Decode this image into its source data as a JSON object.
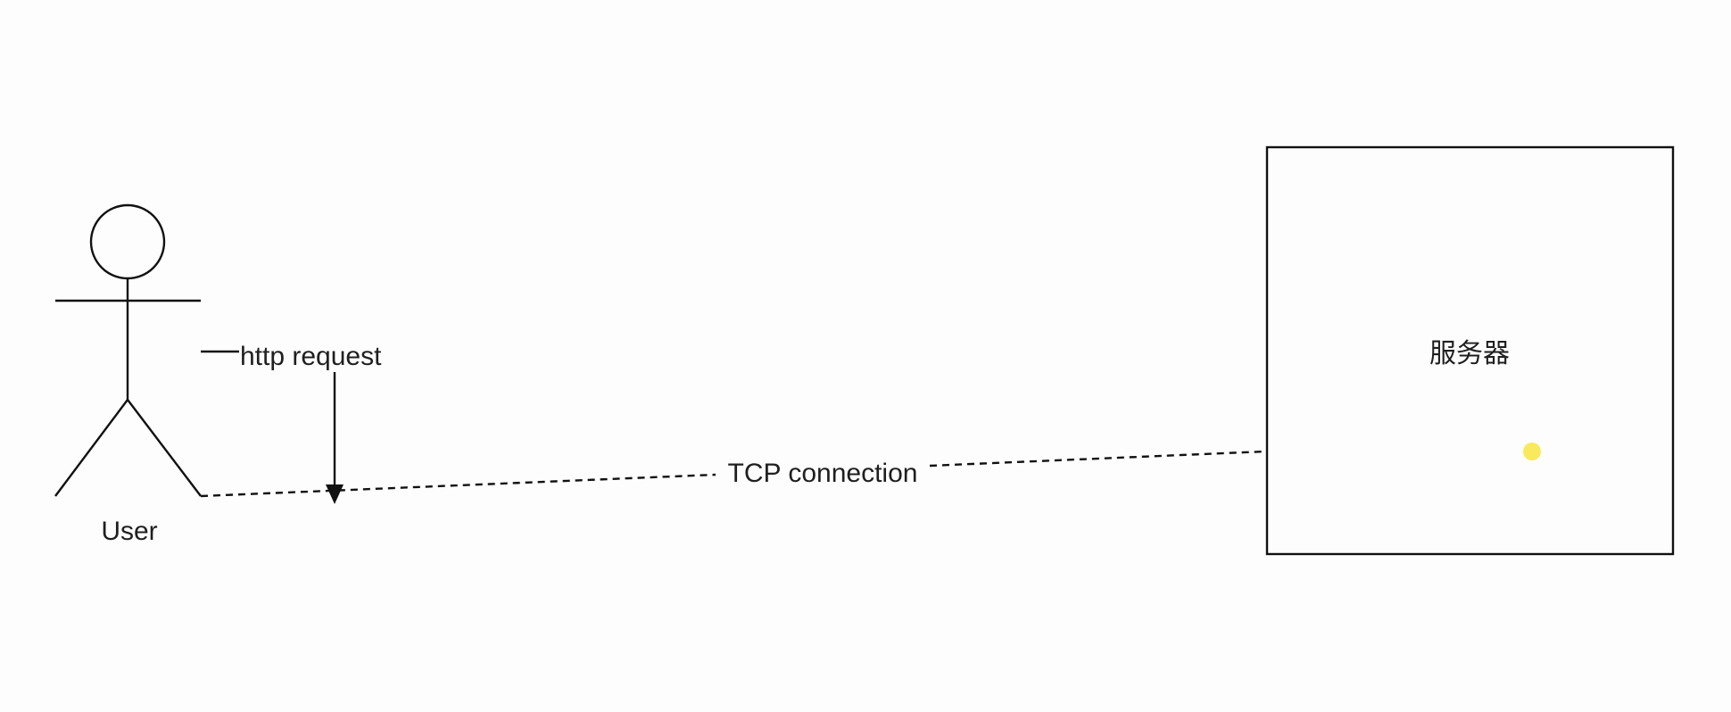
{
  "diagram": {
    "actor": {
      "label": "User"
    },
    "request": {
      "label": "http request"
    },
    "connection": {
      "label": "TCP connection"
    },
    "server": {
      "label": "服务器"
    }
  },
  "colors": {
    "stroke": "#111111",
    "text": "#1f1f1f",
    "background": "#fdfdfd",
    "cursor_dot": "#f7e84a"
  }
}
